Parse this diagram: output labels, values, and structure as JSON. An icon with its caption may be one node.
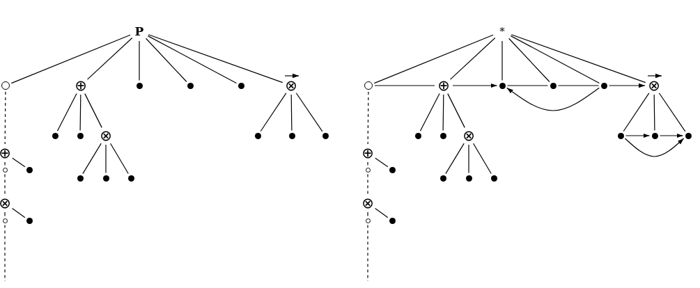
{
  "diagram": {
    "nodes": [
      {
        "text": [
          "P"
        ]
      },
      {
        "text": [],
        "shape": "circle"
      },
      {
        "text": [
          "⊕"
        ]
      },
      {
        "text": [],
        "shape": "dot"
      },
      {
        "text": [],
        "shape": "dot"
      },
      {
        "text": [],
        "shape": "dot"
      },
      {
        "text": [
          "⊗"
        ]
      },
      {
        "text": [],
        "shape": "dot"
      },
      {
        "text": [],
        "shape": "dot"
      },
      {
        "text": [
          "⊗"
        ]
      },
      {
        "text": [],
        "shape": "dot"
      },
      {
        "text": [],
        "shape": "dot"
      },
      {
        "text": [],
        "shape": "dot"
      },
      {
        "text": [],
        "shape": "dot"
      },
      {
        "text": [],
        "shape": "dot"
      },
      {
        "text": [],
        "shape": "dot"
      },
      {
        "text": [
          "⊕"
        ]
      },
      {
        "text": [],
        "shape": "circle"
      },
      {
        "text": [],
        "shape": "dot"
      },
      {
        "text": [
          "⊗"
        ]
      },
      {
        "text": [],
        "shape": "circle"
      },
      {
        "text": [],
        "shape": "dot"
      },
      {
        "text": [
          "*"
        ]
      },
      {
        "text": [],
        "shape": "circle"
      },
      {
        "text": [
          "⊕"
        ]
      },
      {
        "text": [],
        "shape": "dot"
      },
      {
        "text": [],
        "shape": "dot"
      },
      {
        "text": [],
        "shape": "dot"
      },
      {
        "text": [
          "⊗"
        ]
      },
      {
        "text": [],
        "shape": "dot"
      },
      {
        "text": [],
        "shape": "dot"
      },
      {
        "text": [
          "⊗"
        ]
      },
      {
        "text": [],
        "shape": "dot"
      },
      {
        "text": [],
        "shape": "dot"
      },
      {
        "text": [],
        "shape": "dot"
      },
      {
        "text": [],
        "shape": "dot"
      },
      {
        "text": [],
        "shape": "dot"
      },
      {
        "text": [],
        "shape": "dot"
      },
      {
        "text": [
          "⊕"
        ]
      },
      {
        "text": [],
        "shape": "circle"
      },
      {
        "text": [],
        "shape": "dot"
      },
      {
        "text": [
          "⊗"
        ]
      },
      {
        "text": [],
        "shape": "circle"
      },
      {
        "text": [],
        "shape": "dot"
      }
    ],
    "edges": [
      {
        "from": 0,
        "to": 1,
        "arrow": "none"
      },
      {
        "from": 0,
        "to": 2,
        "arrow": "none"
      },
      {
        "from": 0,
        "to": 3,
        "arrow": "none"
      },
      {
        "from": 0,
        "to": 4,
        "arrow": "none"
      },
      {
        "from": 0,
        "to": 5,
        "arrow": "none"
      },
      {
        "from": 0,
        "to": 6,
        "arrow": "none"
      },
      {
        "from": 2,
        "to": 7,
        "arrow": "none"
      },
      {
        "from": 2,
        "to": 8,
        "arrow": "none"
      },
      {
        "from": 2,
        "to": 9,
        "arrow": "none"
      },
      {
        "from": 9,
        "to": 10,
        "arrow": "none"
      },
      {
        "from": 9,
        "to": 11,
        "arrow": "none"
      },
      {
        "from": 9,
        "to": 12,
        "arrow": "none"
      },
      {
        "from": 6,
        "to": 13,
        "arrow": "none"
      },
      {
        "from": 6,
        "to": 14,
        "arrow": "none"
      },
      {
        "from": 6,
        "to": 15,
        "arrow": "none"
      },
      {
        "from": 1,
        "to": 16,
        "arrow": "none",
        "style": "dashed"
      },
      {
        "from": 16,
        "to": 17,
        "arrow": "none"
      },
      {
        "from": 16,
        "to": 18,
        "arrow": "none"
      },
      {
        "from": 17,
        "to": 19,
        "arrow": "none",
        "style": "dashed"
      },
      {
        "from": 19,
        "to": 20,
        "arrow": "none"
      },
      {
        "from": 19,
        "to": 21,
        "arrow": "none"
      },
      {
        "from": 20,
        "to": null,
        "arrow": "none",
        "style": "dashed"
      },
      {
        "from": 22,
        "to": 23,
        "arrow": "none"
      },
      {
        "from": 22,
        "to": 24,
        "arrow": "none"
      },
      {
        "from": 22,
        "to": 25,
        "arrow": "none"
      },
      {
        "from": 22,
        "to": 26,
        "arrow": "none"
      },
      {
        "from": 22,
        "to": 27,
        "arrow": "none"
      },
      {
        "from": 22,
        "to": 28,
        "arrow": "none"
      },
      {
        "from": 24,
        "to": 29,
        "arrow": "none"
      },
      {
        "from": 24,
        "to": 30,
        "arrow": "none"
      },
      {
        "from": 24,
        "to": 31,
        "arrow": "none"
      },
      {
        "from": 31,
        "to": 32,
        "arrow": "none"
      },
      {
        "from": 31,
        "to": 33,
        "arrow": "none"
      },
      {
        "from": 31,
        "to": 34,
        "arrow": "none"
      },
      {
        "from": 28,
        "to": 35,
        "arrow": "none"
      },
      {
        "from": 28,
        "to": 36,
        "arrow": "none"
      },
      {
        "from": 28,
        "to": 37,
        "arrow": "none"
      },
      {
        "from": 23,
        "to": 38,
        "arrow": "none",
        "style": "dashed"
      },
      {
        "from": 38,
        "to": 39,
        "arrow": "none"
      },
      {
        "from": 38,
        "to": 40,
        "arrow": "none"
      },
      {
        "from": 39,
        "to": 41,
        "arrow": "none",
        "style": "dashed"
      },
      {
        "from": 41,
        "to": 42,
        "arrow": "none"
      },
      {
        "from": 41,
        "to": 43,
        "arrow": "none"
      },
      {
        "from": 42,
        "to": null,
        "arrow": "none",
        "style": "dashed"
      },
      {
        "from": 23,
        "to": 24,
        "arrow": "none"
      },
      {
        "from": 24,
        "to": 25,
        "arrow": "to"
      },
      {
        "from": 25,
        "to": 26,
        "arrow": "none"
      },
      {
        "from": 26,
        "to": 27,
        "arrow": "none"
      },
      {
        "from": 27,
        "to": 28,
        "arrow": "to"
      },
      {
        "from": 27,
        "to": 25,
        "arrow": "to"
      },
      {
        "from": 35,
        "to": 36,
        "arrow": "to"
      },
      {
        "from": 36,
        "to": 37,
        "arrow": "to"
      },
      {
        "from": 35,
        "to": 37,
        "arrow": "to"
      }
    ]
  }
}
